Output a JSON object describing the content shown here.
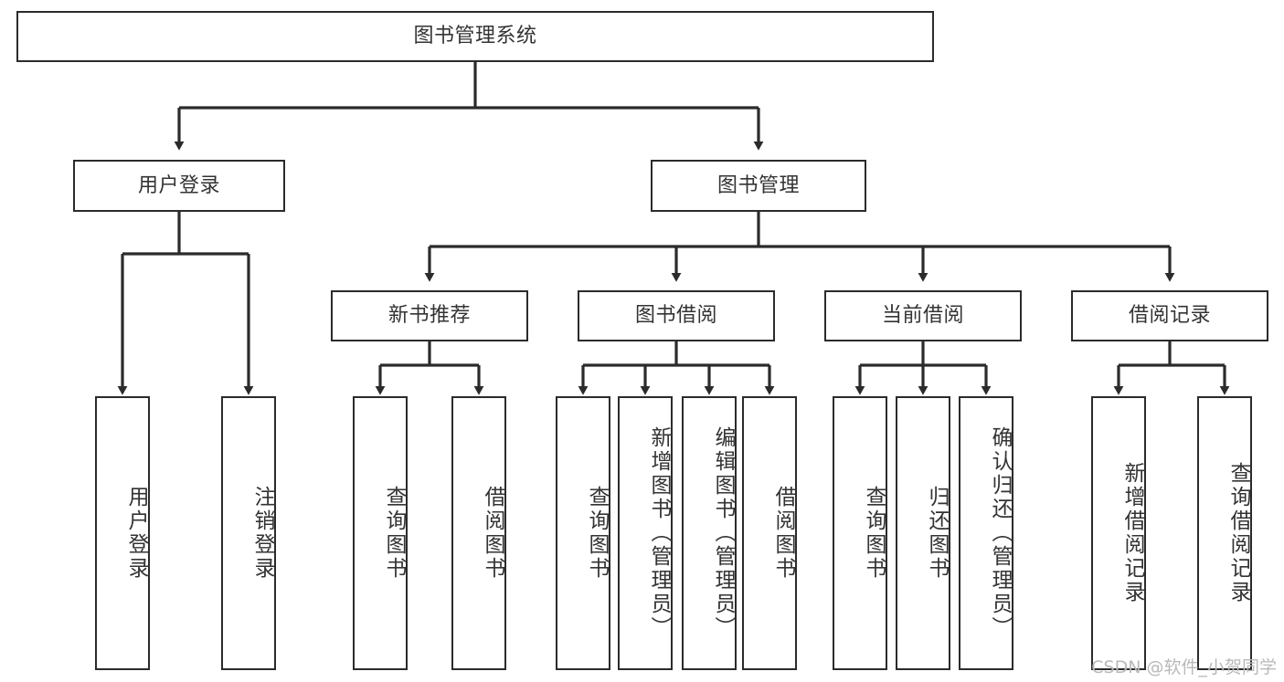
{
  "diagram": {
    "type": "tree-hierarchy",
    "title": "图书管理系统",
    "stroke_color": "#2b2b2b",
    "text_color": "#333333",
    "background_color": "#ffffff"
  },
  "nodes": {
    "root": {
      "label": "图书管理系统",
      "level": 0
    },
    "level1": [
      {
        "id": "user-login",
        "label": "用户登录"
      },
      {
        "id": "book-manage",
        "label": "图书管理"
      }
    ],
    "level2": [
      {
        "id": "new-book-recommend",
        "label": "新书推荐"
      },
      {
        "id": "book-borrow",
        "label": "图书借阅"
      },
      {
        "id": "current-borrow",
        "label": "当前借阅"
      },
      {
        "id": "borrow-record",
        "label": "借阅记录"
      }
    ],
    "leaves": {
      "user_login": [
        {
          "id": "leaf-user-login",
          "label": "用户登录"
        },
        {
          "id": "leaf-logout-login",
          "label": "注销登录"
        }
      ],
      "new_book_recommend": [
        {
          "id": "leaf-query-book-1",
          "label": "查询图书"
        },
        {
          "id": "leaf-borrow-book-1",
          "label": "借阅图书"
        }
      ],
      "book_borrow": [
        {
          "id": "leaf-query-book-2",
          "label": "查询图书"
        },
        {
          "id": "leaf-add-book",
          "label": "新增图书（管理员）"
        },
        {
          "id": "leaf-edit-book",
          "label": "编辑图书（管理员）"
        },
        {
          "id": "leaf-borrow-book-2",
          "label": "借阅图书"
        }
      ],
      "current_borrow": [
        {
          "id": "leaf-query-book-3",
          "label": "查询图书"
        },
        {
          "id": "leaf-return-book",
          "label": "归还图书"
        },
        {
          "id": "leaf-confirm-return",
          "label": "确认归还（管理员）"
        }
      ],
      "borrow_record": [
        {
          "id": "leaf-add-record",
          "label": "新增借阅记录"
        },
        {
          "id": "leaf-query-record",
          "label": "查询借阅记录"
        }
      ]
    }
  },
  "watermark": {
    "text": "CSDN @软件_小贺同学"
  }
}
